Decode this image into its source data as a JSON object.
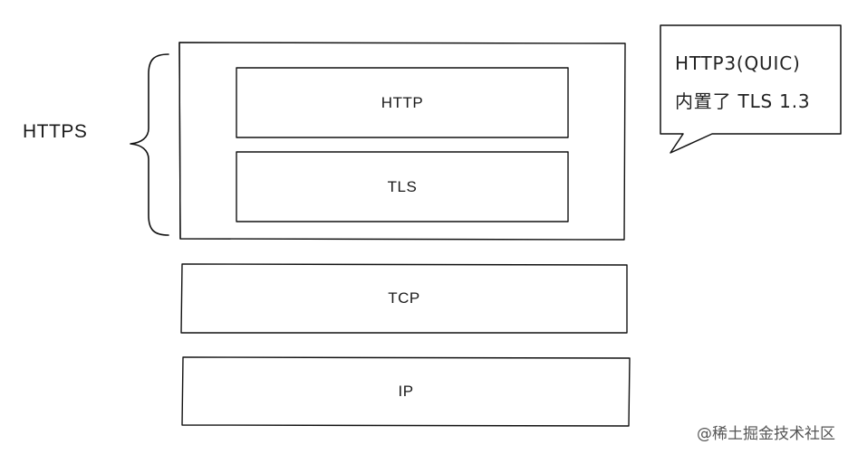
{
  "diagram": {
    "side_label": "HTTPS",
    "layers": {
      "http": "HTTP",
      "tls": "TLS",
      "tcp": "TCP",
      "ip": "IP"
    },
    "callout": {
      "line1": "HTTP3(QUIC)",
      "line2": "内置了 TLS 1.3"
    }
  },
  "footer": {
    "credit": "@稀土掘金技术社区"
  }
}
